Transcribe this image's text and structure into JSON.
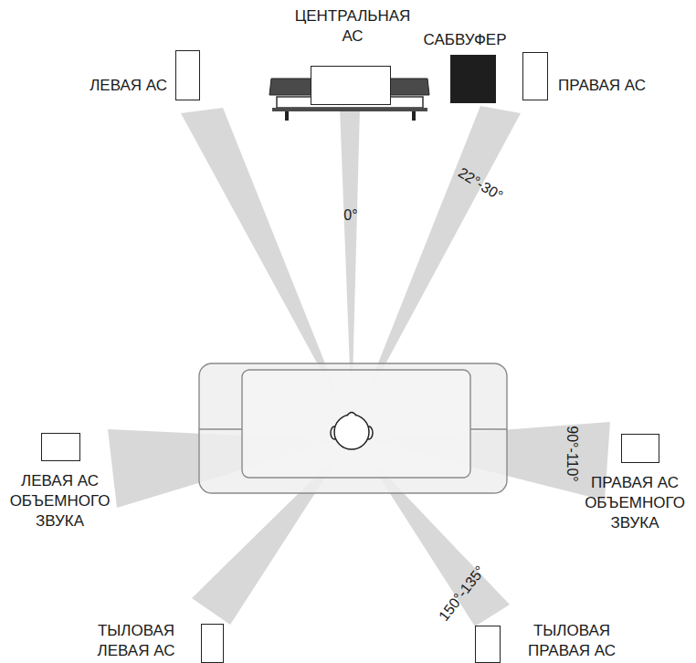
{
  "diagram": {
    "nodes": [
      {
        "text": [
          "ЛЕВАЯ АС"
        ]
      },
      {
        "text": [
          "ЦЕНТРАЛЬНАЯ АС"
        ]
      },
      {
        "text": [
          "САБВУФЕР"
        ]
      },
      {
        "text": [
          "ПРАВАЯ АС"
        ]
      },
      {
        "text": [
          "ЛЕВАЯ АС ОБЪЕМНОГО ЗВУКА"
        ]
      },
      {
        "text": [
          "ПРАВАЯ АС ОБЪЕМНОГО ЗВУКА"
        ]
      },
      {
        "text": [
          "ТЫЛОВАЯ ЛЕВАЯ АС"
        ]
      },
      {
        "text": [
          "ТЫЛОВАЯ ПРАВАЯ АС"
        ]
      }
    ],
    "labels": [
      "0°",
      "22°-30°",
      "90°-110°",
      "150°-135°"
    ]
  }
}
